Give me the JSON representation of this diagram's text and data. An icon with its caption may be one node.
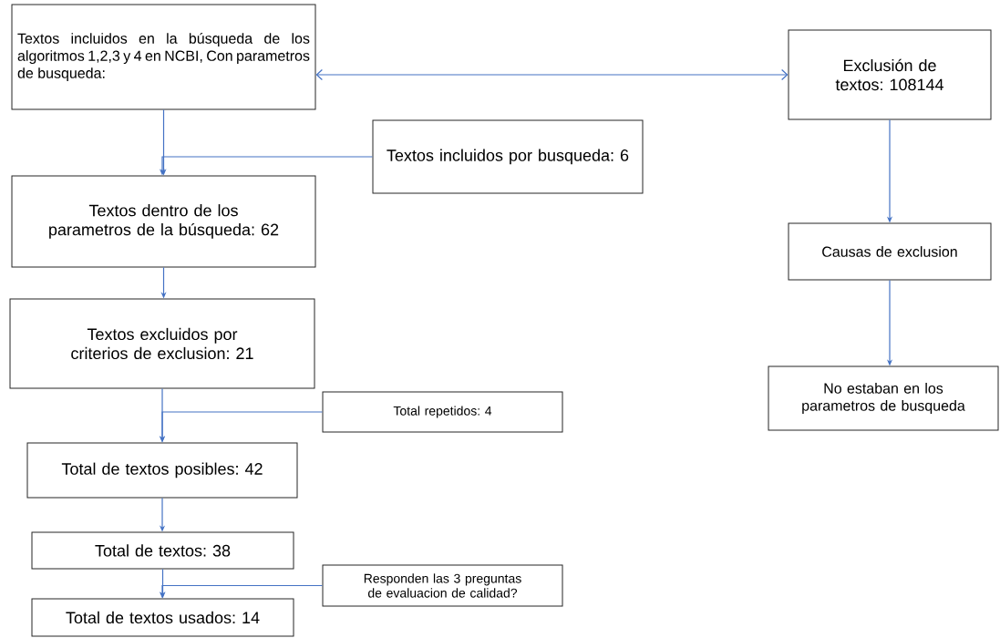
{
  "diagram": {
    "nodes": [
      {
        "text": [
          "Textos incluidos en la búsqueda de los algoritmos 1,2,3 y 4 en NCBI, Con parametros de busqueda:"
        ]
      },
      {
        "text": [
          "Exclusión de textos: 108144"
        ]
      },
      {
        "text": [
          "Textos incluidos por busqueda: 6"
        ]
      },
      {
        "text": [
          "Textos dentro de los parametros de la búsqueda: 62"
        ]
      },
      {
        "text": [
          "Causas de exclusion"
        ]
      },
      {
        "text": [
          "No estaban en los parametros de busqueda"
        ]
      },
      {
        "text": [
          "Textos excluidos por criterios de exclusion: 21"
        ]
      },
      {
        "text": [
          "Total repetidos: 4"
        ]
      },
      {
        "text": [
          "Total de textos posibles: 42"
        ]
      },
      {
        "text": [
          "Total de textos: 38"
        ]
      },
      {
        "text": [
          "Responden las 3 preguntas de evaluacion de calidad?"
        ]
      },
      {
        "text": [
          "Total de textos usados: 14"
        ]
      }
    ],
    "edges": [
      {
        "from": 0,
        "to": 1,
        "arrow": "both"
      },
      {
        "from": 1,
        "to": 4,
        "arrow": "to"
      },
      {
        "from": 4,
        "to": 5,
        "arrow": "to"
      },
      {
        "from": 0,
        "to": 3,
        "arrow": "to"
      },
      {
        "from": 2,
        "to": 3,
        "arrow": "to"
      },
      {
        "from": 3,
        "to": 6,
        "arrow": "to"
      },
      {
        "from": 6,
        "to": 8,
        "arrow": "to"
      },
      {
        "from": 7,
        "to": 8,
        "arrow": "to"
      },
      {
        "from": 8,
        "to": 9,
        "arrow": "to"
      },
      {
        "from": 9,
        "to": 11,
        "arrow": "to"
      },
      {
        "from": 10,
        "to": 11,
        "arrow": "to"
      }
    ]
  }
}
